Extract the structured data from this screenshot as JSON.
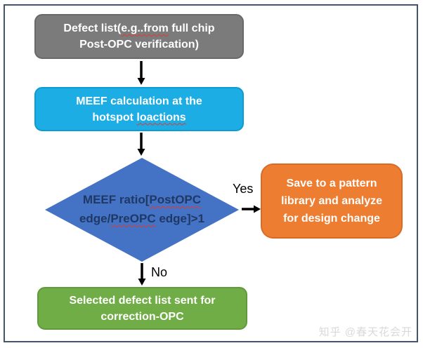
{
  "frame": {
    "border_color": "#44546A"
  },
  "nodes": {
    "defect_list": {
      "line1_pre": "Defect list(",
      "line1_wavy": "e.g..from",
      "line1_post": " full chip",
      "line2": "Post-OPC verification)",
      "fill": "#7B7B7B"
    },
    "meef_calc": {
      "line1": "MEEF calculation at the",
      "line2_pre": "hotspot ",
      "line2_wavy": "loactions",
      "fill": "#1CADE4"
    },
    "decision": {
      "line1_pre": "MEEF ratio[",
      "line1_wavy": "PostOPC",
      "line2_pre": "edge/",
      "line2_wavy": "PreOPC",
      "line2_post": " edge]>1",
      "fill": "#4472C4",
      "text_color": "#1F3864"
    },
    "save_pattern": {
      "line1": "Save to a pattern",
      "line2": "library and analyze",
      "line3": "for design change",
      "fill": "#ED7D31"
    },
    "selected_defect": {
      "line1": "Selected defect list sent for",
      "line2": "correction-OPC",
      "fill": "#70AD47"
    }
  },
  "edges": {
    "yes_label": "Yes",
    "no_label": "No",
    "arrow_color": "#000000"
  },
  "watermark": {
    "text": "知乎 @春天花会开",
    "color": "#D9D9D9"
  }
}
